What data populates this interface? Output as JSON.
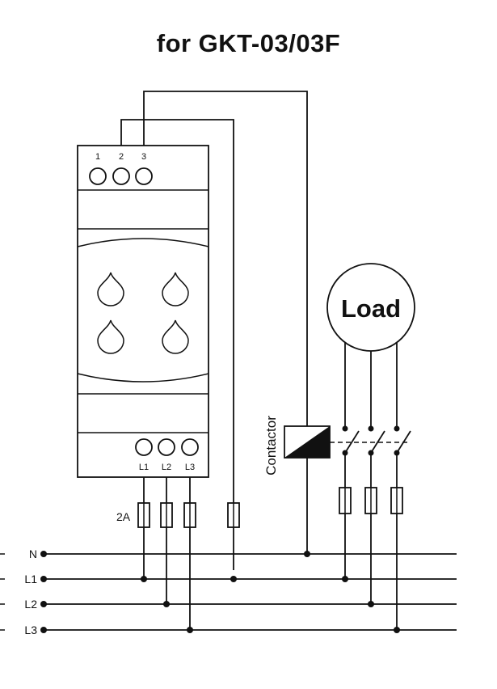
{
  "title": "for GKT-03/03F",
  "top_terminals": [
    "1",
    "2",
    "3"
  ],
  "bottom_terminals": [
    "L1",
    "L2",
    "L3"
  ],
  "fuse_rating": "2A",
  "load_label": "Load",
  "contactor_label": "Contactor",
  "lines": [
    "N",
    "L1",
    "L2",
    "L3"
  ],
  "colors": {
    "ink": "#111111",
    "background": "#ffffff"
  }
}
